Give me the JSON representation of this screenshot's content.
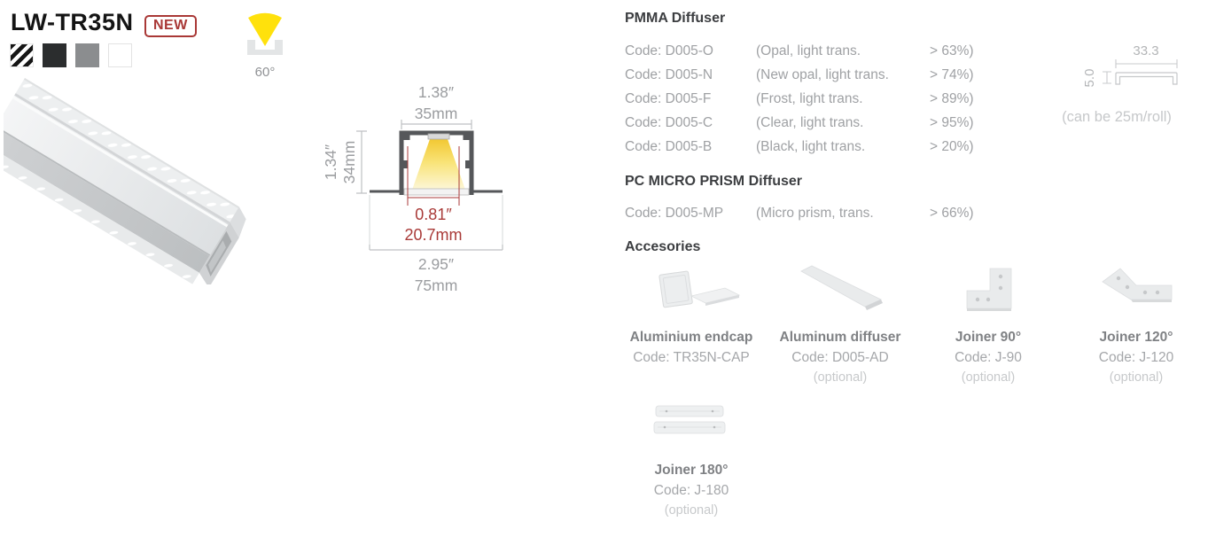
{
  "header": {
    "title": "LW-TR35N",
    "badge": "NEW",
    "beam_angle": "60°",
    "finishes": [
      "silver-hatched",
      "black",
      "gray",
      "white"
    ]
  },
  "drawing": {
    "width_in": "1.38″",
    "width_mm": "35mm",
    "height_in": "1.34″",
    "height_mm": "34mm",
    "inner_in": "0.81″",
    "inner_mm": "20.7mm",
    "overall_in": "2.95″",
    "overall_mm": "75mm"
  },
  "roll": {
    "width_label": "33.3",
    "height_label": "5.0",
    "note": "(can be 25m/roll)"
  },
  "pmma": {
    "heading": "PMMA Diffuser",
    "rows": [
      {
        "code": "Code: D005-O",
        "desc": "(Opal, light trans.",
        "value": "> 63%)"
      },
      {
        "code": "Code: D005-N",
        "desc": "(New opal, light trans.",
        "value": "> 74%)"
      },
      {
        "code": "Code: D005-F",
        "desc": "(Frost, light trans.",
        "value": "> 89%)"
      },
      {
        "code": "Code: D005-C",
        "desc": "(Clear, light trans.",
        "value": "> 95%)"
      },
      {
        "code": "Code: D005-B",
        "desc": "(Black, light trans.",
        "value": "> 20%)"
      }
    ]
  },
  "prism": {
    "heading": "PC MICRO PRISM Diffuser",
    "rows": [
      {
        "code": "Code: D005-MP",
        "desc": "(Micro prism, trans.",
        "value": "> 66%)"
      }
    ]
  },
  "accessories": {
    "heading": "Accesories",
    "items": [
      {
        "title": "Aluminium endcap",
        "code": "Code: TR35N-CAP",
        "note": ""
      },
      {
        "title": "Aluminum diffuser",
        "code": "Code: D005-AD",
        "note": "(optional)"
      },
      {
        "title": "Joiner 90°",
        "code": "Code: J-90",
        "note": "(optional)"
      },
      {
        "title": "Joiner 120°",
        "code": "Code: J-120",
        "note": "(optional)"
      },
      {
        "title": "Joiner 180°",
        "code": "Code: J-180",
        "note": "(optional)"
      }
    ]
  },
  "colors": {
    "accent_red": "#a93a38",
    "beam_yellow": "#ffe10c",
    "cone_top": "#f2c832",
    "text_gray": "#9fa1a4",
    "heading_dark": "#3c3e41",
    "outline_dark": "#55575a"
  }
}
